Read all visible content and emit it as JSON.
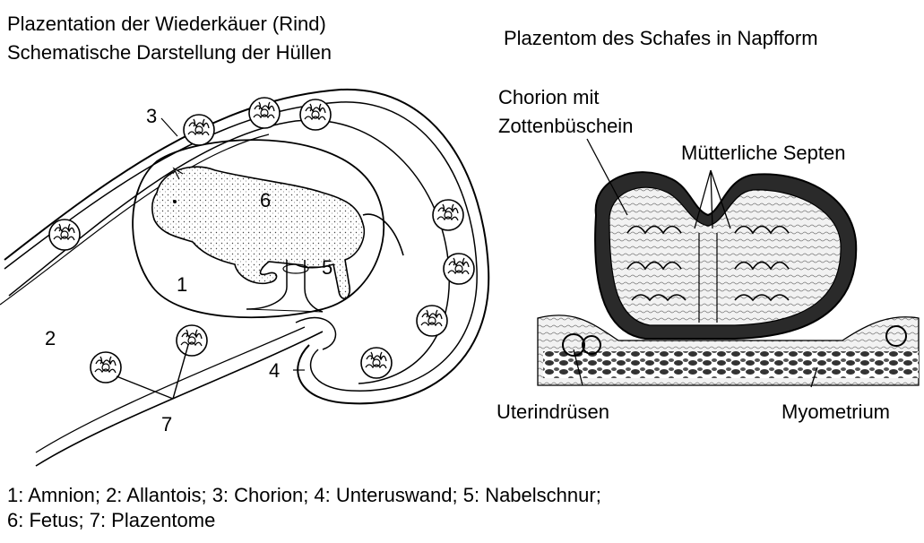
{
  "left_panel": {
    "title_line1": "Plazentation der Wiederkäuer (Rind)",
    "title_line2": "Schematische Darstellung der Hüllen",
    "markers": {
      "m1": "1",
      "m2": "2",
      "m3": "3",
      "m4": "4",
      "m5": "5",
      "m6": "6",
      "m7": "7"
    }
  },
  "right_panel": {
    "title": "Plazentom des Schafes in Napfform",
    "label_chorion_line1": "Chorion mit",
    "label_chorion_line2": "Zottenbüschein",
    "label_septen": "Mütterliche Septen",
    "label_uterindruesen": "Uterindrüsen",
    "label_myometrium": "Myometrium"
  },
  "legend": {
    "line1": "1: Amnion; 2: Allantois; 3: Chorion; 4: Unteruswand; 5: Nabelschnur;",
    "line2": "6: Fetus; 7: Plazentome"
  },
  "colors": {
    "ink": "#000000",
    "background": "#ffffff",
    "tissue_dark": "#1a1a1a",
    "tissue_mid": "#6b6b6b",
    "tissue_light": "#d9d9d9"
  }
}
